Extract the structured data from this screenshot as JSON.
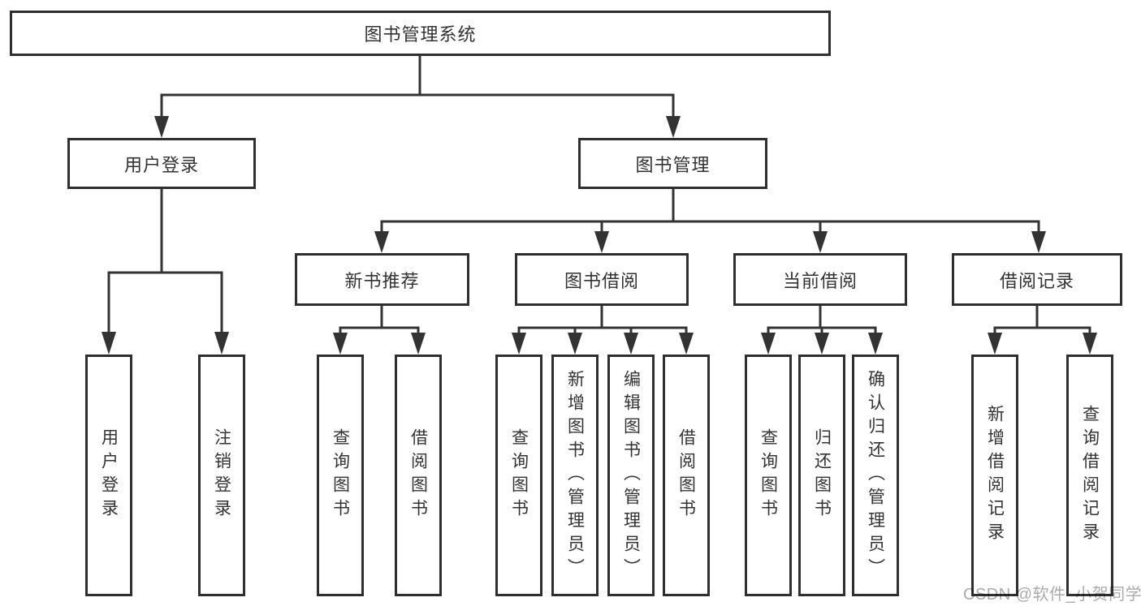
{
  "tree": {
    "label": "图书管理系统",
    "children": [
      {
        "label": "用户登录",
        "children": [
          {
            "label": "用户登录"
          },
          {
            "label": "注销登录"
          }
        ]
      },
      {
        "label": "图书管理",
        "children": [
          {
            "label": "新书推荐",
            "children": [
              {
                "label": "查询图书"
              },
              {
                "label": "借阅图书"
              }
            ]
          },
          {
            "label": "图书借阅",
            "children": [
              {
                "label": "查询图书"
              },
              {
                "label": "新增图书（管理员）"
              },
              {
                "label": "编辑图书（管理员）"
              },
              {
                "label": "借阅图书"
              }
            ]
          },
          {
            "label": "当前借阅",
            "children": [
              {
                "label": "查询图书"
              },
              {
                "label": "归还图书"
              },
              {
                "label": "确认归还（管理员）"
              }
            ]
          },
          {
            "label": "借阅记录",
            "children": [
              {
                "label": "新增借阅记录"
              },
              {
                "label": "查询借阅记录"
              }
            ]
          }
        ]
      }
    ]
  },
  "watermark": "CSDN @软件_小贺同学",
  "colors": {
    "line": "#333333",
    "box_border": "#2f2f2f",
    "text": "#333333",
    "watermark": "#ababab",
    "background": "#ffffff"
  }
}
